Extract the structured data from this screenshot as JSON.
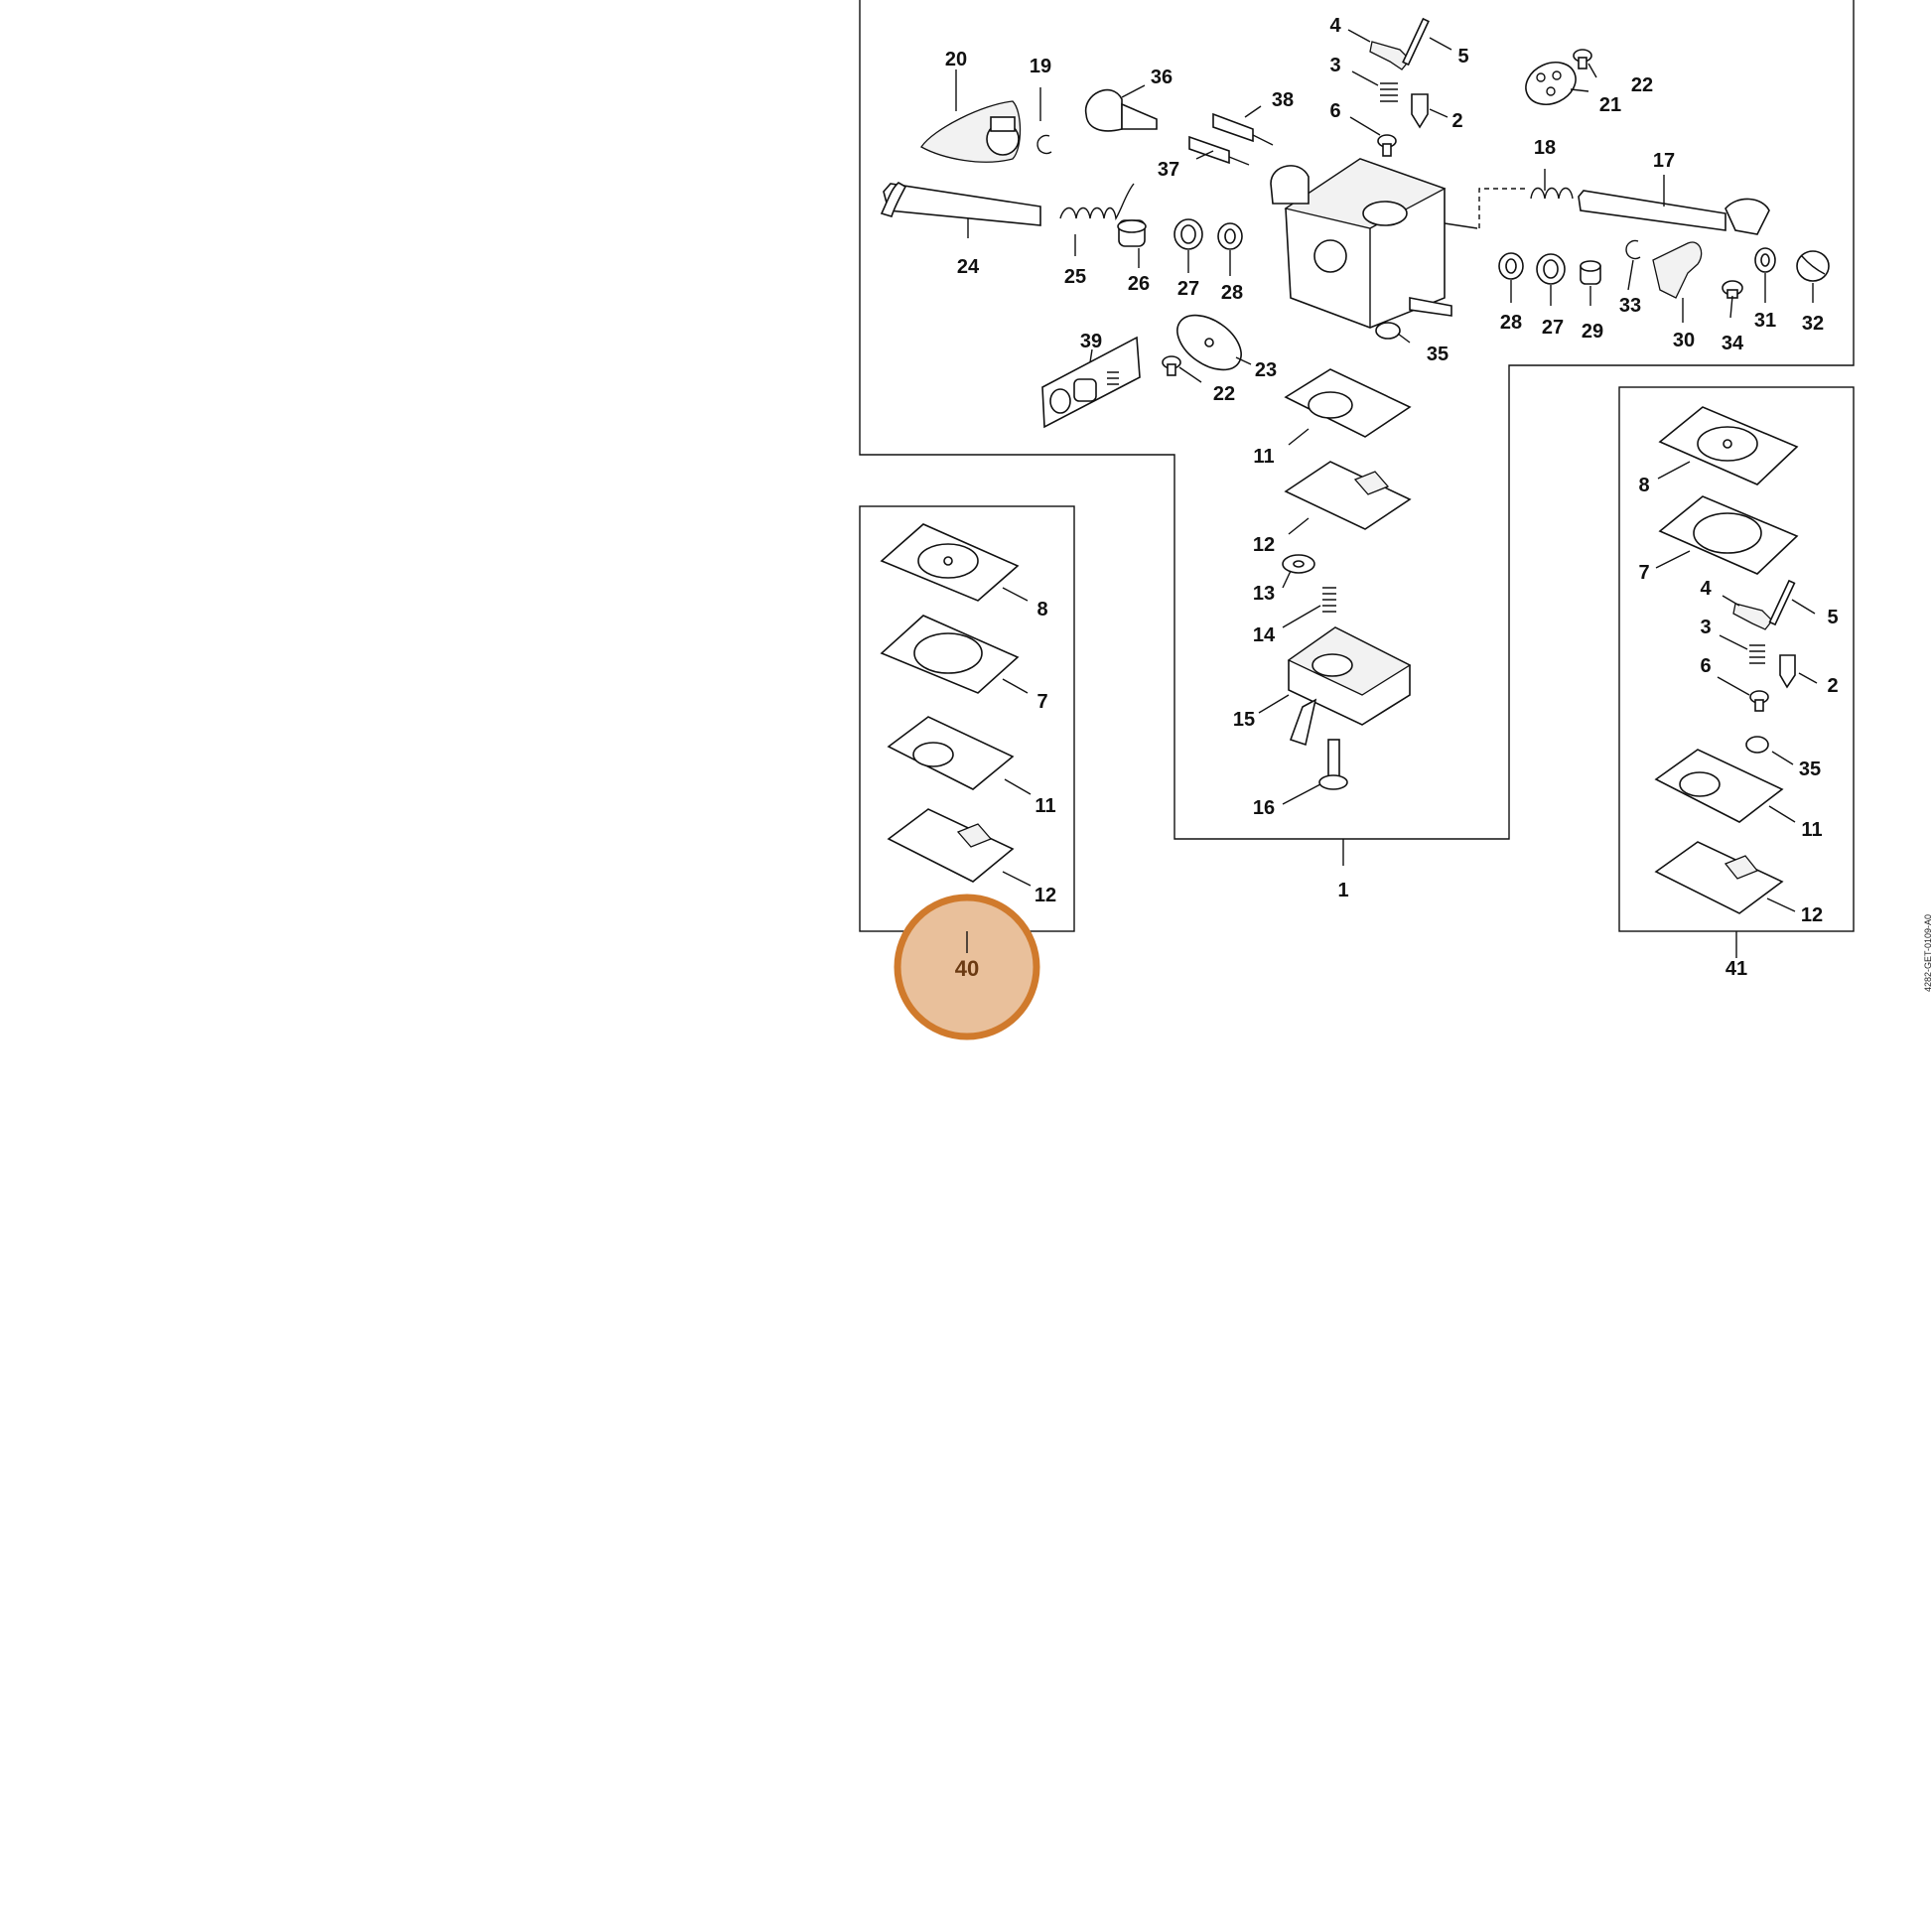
{
  "diagram_code": "4282-GET-0109-A0",
  "highlight": {
    "label": "40",
    "fill": "#e9c09b",
    "stroke": "#d07a2c"
  },
  "callouts": {
    "c20": "20",
    "c19": "19",
    "c36": "36",
    "c38": "38",
    "c37": "37",
    "c4a": "4",
    "c5a": "5",
    "c3a": "3",
    "c2a": "2",
    "c6a": "6",
    "c21": "21",
    "c22a": "22",
    "c18": "18",
    "c17": "17",
    "c24": "24",
    "c25": "25",
    "c26": "26",
    "c27a": "27",
    "c28a": "28",
    "c28b": "28",
    "c27b": "27",
    "c29": "29",
    "c33": "33",
    "c30": "30",
    "c34": "34",
    "c31": "31",
    "c32": "32",
    "c35a": "35",
    "c39": "39",
    "c23": "23",
    "c22b": "22",
    "c11a": "11",
    "c12a": "12",
    "c13": "13",
    "c14": "14",
    "c15": "15",
    "c16": "16",
    "c1": "1",
    "c8a": "8",
    "c7a": "7",
    "c11b": "11",
    "c12b": "12",
    "c8b": "8",
    "c7b": "7",
    "c4b": "4",
    "c5b": "5",
    "c3b": "3",
    "c6b": "6",
    "c2b": "2",
    "c35b": "35",
    "c11c": "11",
    "c12c": "12",
    "c41": "41"
  }
}
